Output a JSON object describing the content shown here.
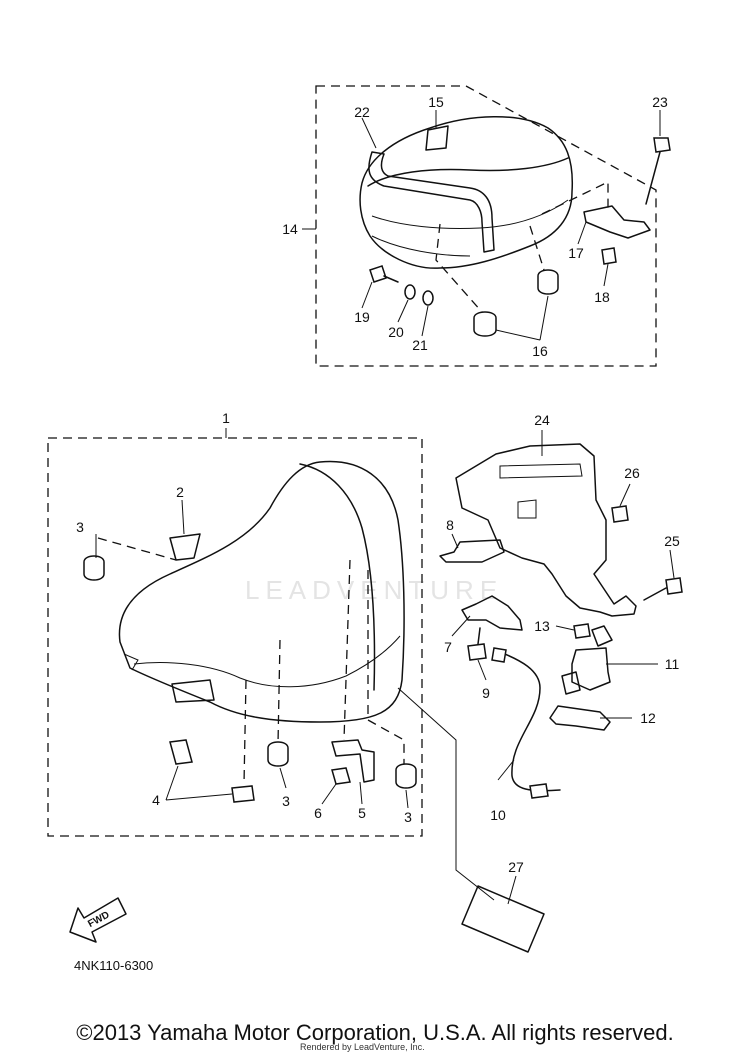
{
  "diagram": {
    "code": "4NK110-6300",
    "copyright": "©2013 Yamaha Motor Corporation, U.S.A. All rights reserved.",
    "rendered_by": "Rendered by LeadVenture, Inc.",
    "watermark": "LEADVENTURE",
    "fwd_label": "FWD",
    "callouts": [
      "1",
      "2",
      "3",
      "3",
      "3",
      "4",
      "5",
      "6",
      "7",
      "8",
      "9",
      "10",
      "11",
      "12",
      "13",
      "14",
      "15",
      "16",
      "17",
      "18",
      "19",
      "20",
      "21",
      "22",
      "23",
      "24",
      "25",
      "26",
      "27"
    ]
  }
}
